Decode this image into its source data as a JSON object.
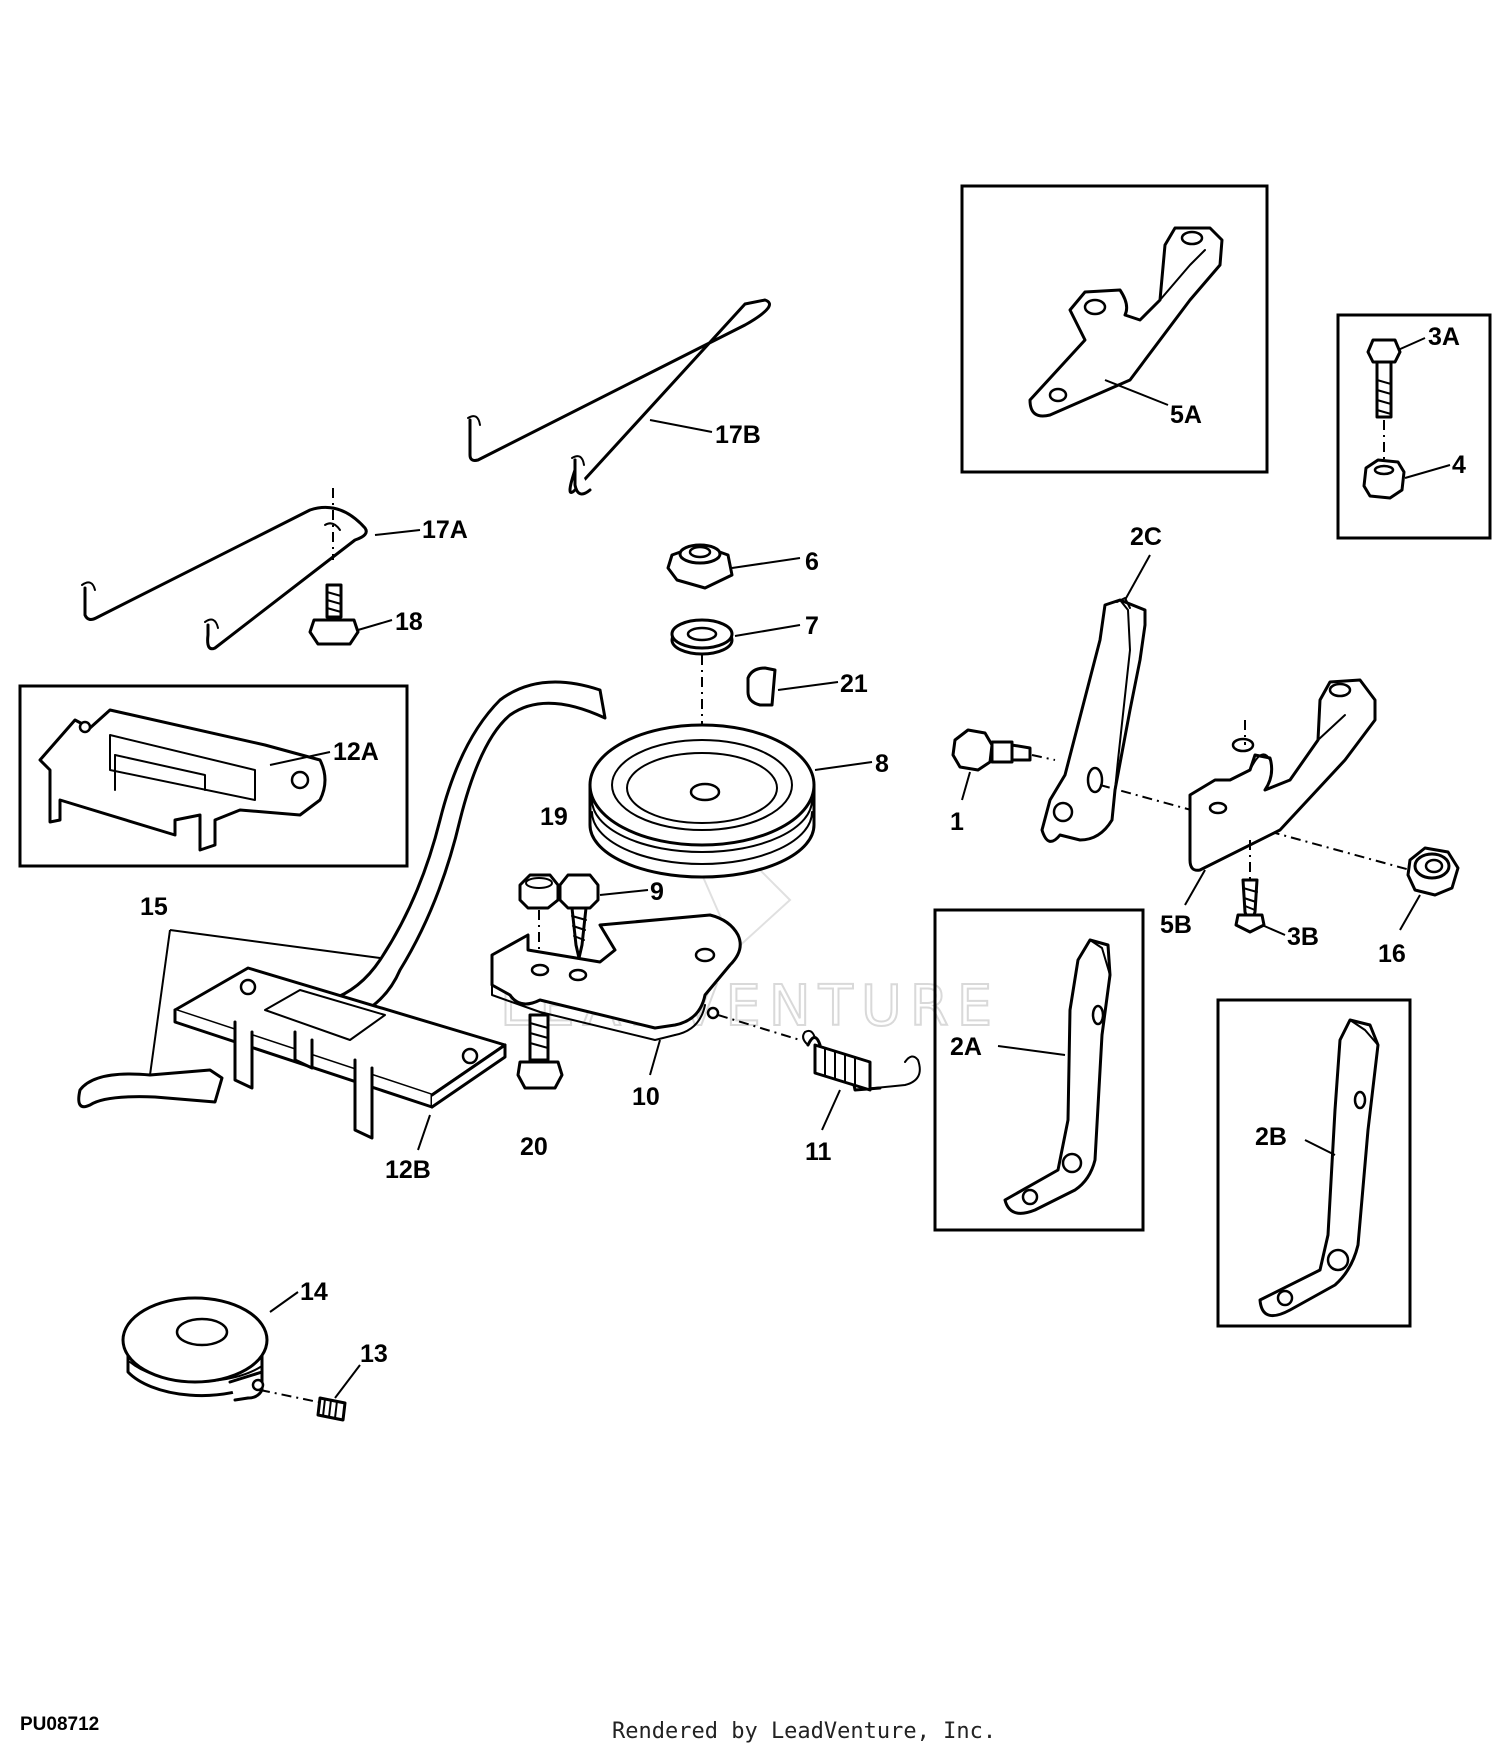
{
  "figure_code": "PU08712",
  "credit": "Rendered by LeadVenture, Inc.",
  "watermark": "LEADVENTURE",
  "callouts": {
    "p1": "1",
    "p2a": "2A",
    "p2b": "2B",
    "p2c": "2C",
    "p3a": "3A",
    "p3b": "3B",
    "p4": "4",
    "p5a": "5A",
    "p5b": "5B",
    "p6": "6",
    "p7": "7",
    "p8": "8",
    "p9": "9",
    "p10": "10",
    "p11": "11",
    "p12a": "12A",
    "p12b": "12B",
    "p13": "13",
    "p14": "14",
    "p15": "15",
    "p16": "16",
    "p17a": "17A",
    "p17b": "17B",
    "p18": "18",
    "p19": "19",
    "p20": "20",
    "p21": "21"
  }
}
